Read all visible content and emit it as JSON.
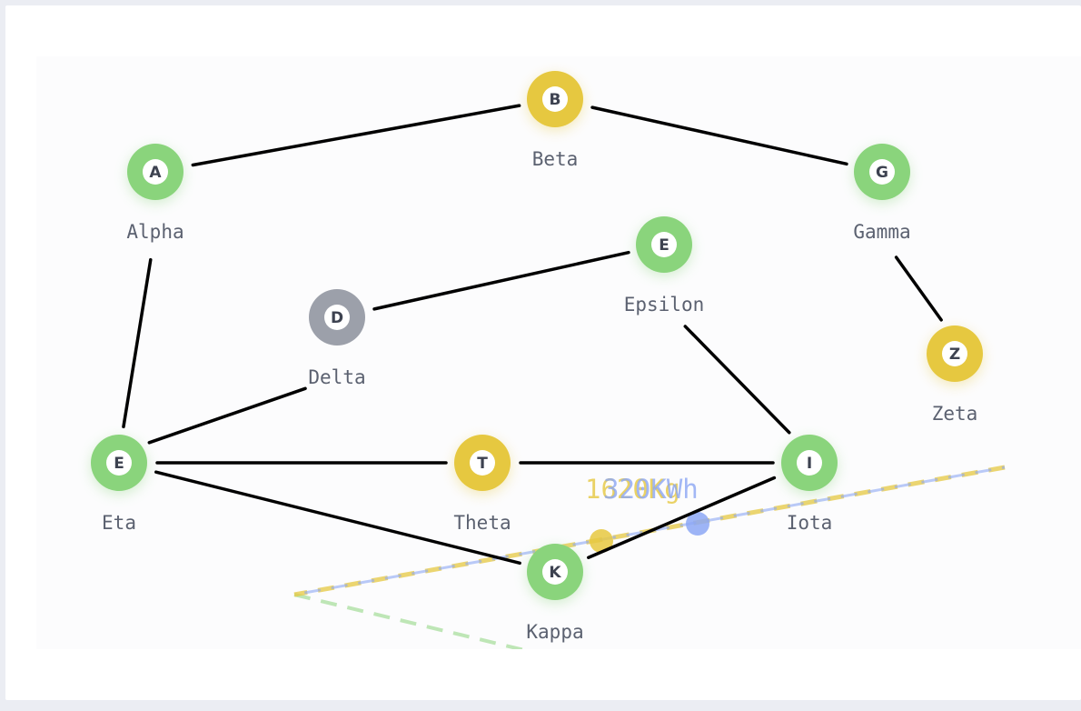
{
  "colors": {
    "green": "#8ad47c",
    "yellow": "#e6c840",
    "gray": "#9ca0aa",
    "blue": "#8ca7f4",
    "edge": "#000000",
    "label": "#5b6170"
  },
  "nodes": [
    {
      "id": "A",
      "letter": "A",
      "label": "Alpha",
      "status": "green"
    },
    {
      "id": "B",
      "letter": "B",
      "label": "Beta",
      "status": "yellow"
    },
    {
      "id": "G",
      "letter": "G",
      "label": "Gamma",
      "status": "green"
    },
    {
      "id": "D",
      "letter": "D",
      "label": "Delta",
      "status": "gray"
    },
    {
      "id": "EP",
      "letter": "E",
      "label": "Epsilon",
      "status": "green"
    },
    {
      "id": "Z",
      "letter": "Z",
      "label": "Zeta",
      "status": "yellow"
    },
    {
      "id": "ET",
      "letter": "E",
      "label": "Eta",
      "status": "green"
    },
    {
      "id": "T",
      "letter": "T",
      "label": "Theta",
      "status": "yellow"
    },
    {
      "id": "I",
      "letter": "I",
      "label": "Iota",
      "status": "green"
    },
    {
      "id": "K",
      "letter": "K",
      "label": "Kappa",
      "status": "green"
    }
  ],
  "edges": [
    [
      "A",
      "B"
    ],
    [
      "B",
      "G"
    ],
    [
      "A",
      "ET"
    ],
    [
      "G",
      "Z"
    ],
    [
      "D",
      "EP"
    ],
    [
      "D",
      "ET"
    ],
    [
      "EP",
      "I"
    ],
    [
      "ET",
      "T"
    ],
    [
      "ET",
      "K"
    ],
    [
      "T",
      "I"
    ],
    [
      "I",
      "K"
    ]
  ],
  "flows": [
    {
      "label": "1620Kg",
      "color": "yellow"
    },
    {
      "label": "320KWh",
      "color": "blue"
    }
  ]
}
